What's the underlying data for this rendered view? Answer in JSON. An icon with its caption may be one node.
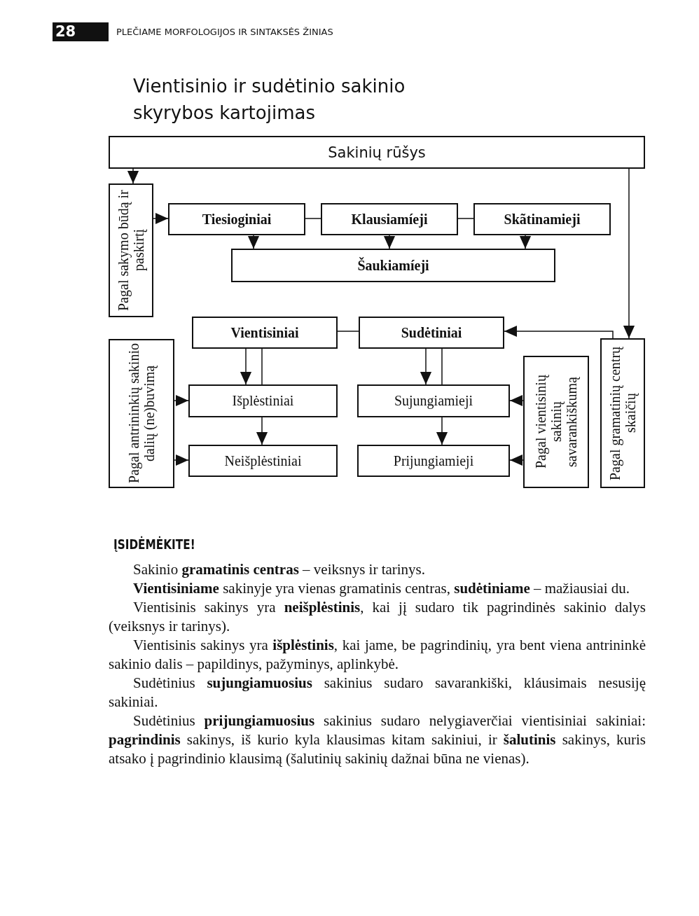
{
  "diagram": {
    "title": "Vientisinio ir sudėtinio sakinio skyrybos kartojimas",
    "nodes": [
      {
        "text": [
          "Sakinių rūšys"
        ]
      },
      {
        "text": [
          "Pagal sakymo būdą ir paskirtį"
        ]
      },
      {
        "text": [
          "Tiesioginiai"
        ]
      },
      {
        "text": [
          "Klausiamíeji"
        ]
      },
      {
        "text": [
          "Skãtinamieji"
        ]
      },
      {
        "text": [
          "Šaukiamíeji"
        ]
      },
      {
        "text": [
          "Vientisiniai"
        ]
      },
      {
        "text": [
          "Sudėtiniai"
        ]
      },
      {
        "text": [
          "Pagal antrininkių sakinio dalių (ne)buvimą"
        ]
      },
      {
        "text": [
          "Išplėstiniai"
        ]
      },
      {
        "text": [
          "Neišplėstiniai"
        ]
      },
      {
        "text": [
          "Sujungiamieji"
        ]
      },
      {
        "text": [
          "Prijungiamieji"
        ]
      },
      {
        "text": [
          "Pagal vientisinių sakinių savarankiškumą"
        ]
      },
      {
        "text": [
          "Pagal gramatinių centrų skaičių"
        ]
      }
    ],
    "edges": [
      {
        "from": 0,
        "to": 1,
        "arrow": "to"
      },
      {
        "from": 1,
        "to": 2,
        "arrow": "to"
      },
      {
        "from": 2,
        "to": 3,
        "arrow": "none"
      },
      {
        "from": 3,
        "to": 4,
        "arrow": "none"
      },
      {
        "from": 2,
        "to": 5,
        "arrow": "to"
      },
      {
        "from": 3,
        "to": 5,
        "arrow": "to"
      },
      {
        "from": 4,
        "to": 5,
        "arrow": "to"
      },
      {
        "from": 0,
        "to": 14,
        "arrow": "to"
      },
      {
        "from": 14,
        "to": 7,
        "arrow": "to"
      },
      {
        "from": 6,
        "to": 7,
        "arrow": "none"
      },
      {
        "from": 6,
        "to": 9,
        "arrow": "to"
      },
      {
        "from": 6,
        "to": 9,
        "arrow": "none"
      },
      {
        "from": 9,
        "to": 10,
        "arrow": "to"
      },
      {
        "from": 7,
        "to": 11,
        "arrow": "to"
      },
      {
        "from": 7,
        "to": 11,
        "arrow": "none"
      },
      {
        "from": 11,
        "to": 12,
        "arrow": "to"
      },
      {
        "from": 8,
        "to": 9,
        "arrow": "to"
      },
      {
        "from": 8,
        "to": 10,
        "arrow": "to"
      },
      {
        "from": 13,
        "to": 11,
        "arrow": "to"
      },
      {
        "from": 13,
        "to": 12,
        "arrow": "to"
      }
    ],
    "labels": [
      "28",
      "PLEČIAME MORFOLOGIJOS IR SINTAKSĖS ŽINIAS",
      "ĮSIDĖMĖKITE!",
      "Sakinio **gramatinis centras** – veiksnys ir tarinys.",
      "**Vientisiniame** sakinyje yra vienas gramatinis centras, **sudėtiniame** – mažiausiai du.",
      "Vientisinis sakinys yra **neišplėstinis**, kai jį sudaro tik pagrindinės sakinio dalys (veiksnys ir tarinys).",
      "Vientisinis sakinys yra **išplėstinis**, kai jame, be pagrindinių, yra bent viena antrininkė sakinio dalis – papildinys, pažyminys, aplinkybė.",
      "Sudėtinius **sujungiamuosius** sakinius sudaro savarankiški, kláusimais nesusiję sakiniai.",
      "Sudėtinius **prijungiamuosius** sakinius sudaro nelygiaverčiai vientisiniai sakiniai: **pagrindinis** sakinys, iš kurio kyla klausimas kitam sakiniui, ir **šalutinis** sakinys, kuris atsako į pagrindinio klausimą (šalutinių sakinių dažnai būna ne vienas)."
    ]
  }
}
